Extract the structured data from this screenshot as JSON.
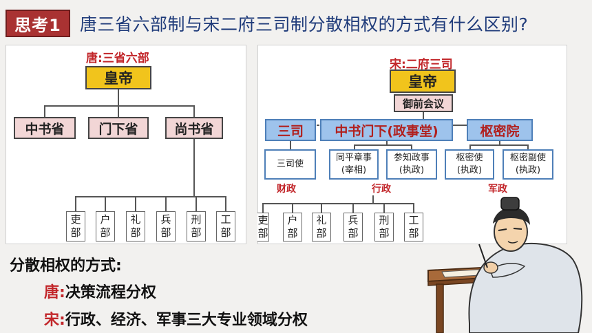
{
  "header": {
    "badge": "思考1",
    "question": "唐三省六部制与宋二府三司制分散相权的方式有什么区别?"
  },
  "tang": {
    "title": "唐:三省六部",
    "emperor": "皇帝",
    "provinces": [
      "中书省",
      "门下省",
      "尚书省"
    ],
    "departments": [
      [
        "吏",
        "部"
      ],
      [
        "户",
        "部"
      ],
      [
        "礼",
        "部"
      ],
      [
        "兵",
        "部"
      ],
      [
        "刑",
        "部"
      ],
      [
        "工",
        "部"
      ]
    ]
  },
  "song": {
    "title": "宋:二府三司",
    "emperor": "皇帝",
    "council": "御前会议",
    "branches": [
      "三司",
      "中书门下(政事堂)",
      "枢密院"
    ],
    "offices": [
      [
        "三司使"
      ],
      [
        "同平章事",
        "(宰相)"
      ],
      [
        "参知政事",
        "(执政)"
      ],
      [
        "枢密使",
        "(执政)"
      ],
      [
        "枢密副使",
        "(执政)"
      ]
    ],
    "areas": [
      "财政",
      "行政",
      "军政"
    ],
    "departments": [
      [
        "吏",
        "部"
      ],
      [
        "户",
        "部"
      ],
      [
        "礼",
        "部"
      ],
      [
        "兵",
        "部"
      ],
      [
        "刑",
        "部"
      ],
      [
        "工",
        "部"
      ]
    ]
  },
  "summary": {
    "heading": "分散相权的方式:",
    "tang_prefix": "唐:",
    "tang_text": "决策流程分权",
    "song_prefix": "宋:",
    "song_text": "行政、经济、军事三大专业领域分权"
  },
  "colors": {
    "badge": "#a93232",
    "question": "#1f3b7a",
    "emperor": "#f1c41c",
    "tang_province": "#f2d6d6",
    "song_branch": "#9ec3ec",
    "accent_red": "#c2262a"
  }
}
